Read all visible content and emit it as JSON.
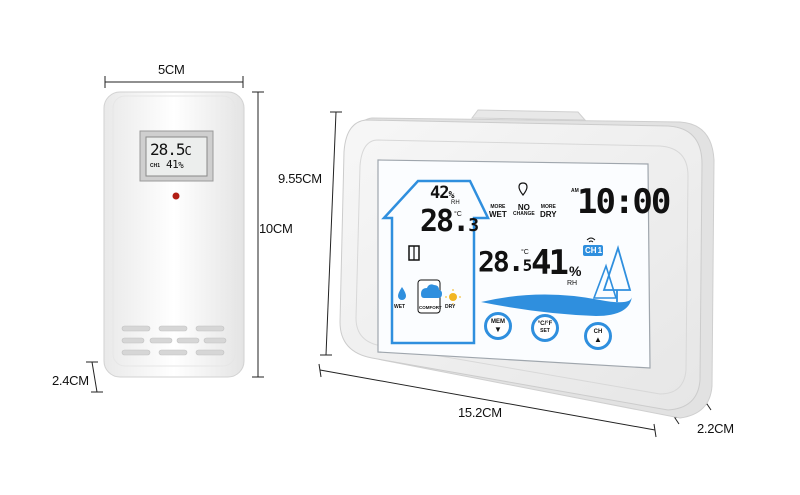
{
  "dimensions": {
    "sensor_width": "5CM",
    "sensor_height": "10CM",
    "sensor_depth": "2.4CM",
    "station_height": "9.55CM",
    "station_width": "15.2CM",
    "station_depth": "2.2CM"
  },
  "sensor_display": {
    "temperature": "28.5",
    "temp_unit": "C",
    "humidity": "41",
    "humidity_unit": "%",
    "channel": "CH1"
  },
  "station_display": {
    "indoor_humidity": "42",
    "indoor_humidity_unit": "%",
    "rh_label": "RH",
    "indoor_temp_int": "28.",
    "indoor_temp_dec": "3",
    "temp_unit": "°C",
    "outdoor_temp_int": "28.",
    "outdoor_temp_dec": "5",
    "outdoor_humidity": "41",
    "outdoor_humidity_unit": "%",
    "am": "AM",
    "time": "10:00",
    "trend_left_top": "MORE",
    "trend_left": "WET",
    "trend_mid_top": "NO",
    "trend_mid": "CHANGE",
    "trend_right_top": "MORE",
    "trend_right": "DRY",
    "channel": "CH",
    "channel_num": "1",
    "comfort_wet": "WET",
    "comfort": "COMFORT",
    "comfort_dry": "DRY"
  },
  "buttons": {
    "mem": "MEM",
    "unit": "°C/°F",
    "set": "SET",
    "ch": "CH"
  },
  "colors": {
    "accent_blue": "#2f8fde",
    "frame": "#f2f2f2",
    "lcd_bg": "#fbfdff"
  }
}
